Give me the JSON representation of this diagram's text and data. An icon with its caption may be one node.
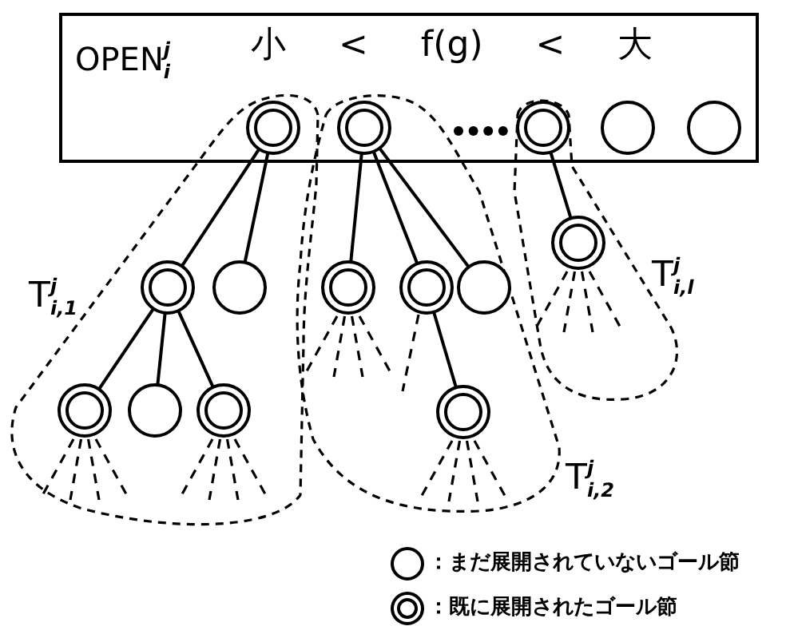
{
  "diagram": {
    "nodes": [
      {
        "text": [
          "OPEN$^{j}$$_{i}$",
          "小 < f(g) < 大"
        ]
      },
      {
        "text": [],
        "shape": "double-circle",
        "in": 0
      },
      {
        "text": [],
        "shape": "double-circle",
        "in": 0
      },
      {
        "text": [],
        "shape": "double-circle",
        "in": 0
      },
      {
        "text": [],
        "shape": "circle",
        "in": 0
      },
      {
        "text": [],
        "shape": "circle",
        "in": 0
      },
      {
        "text": [],
        "shape": "double-circle"
      },
      {
        "text": [],
        "shape": "circle"
      },
      {
        "text": [],
        "shape": "double-circle"
      },
      {
        "text": [],
        "shape": "double-circle"
      },
      {
        "text": [],
        "shape": "circle"
      },
      {
        "text": [],
        "shape": "double-circle"
      },
      {
        "text": [],
        "shape": "double-circle"
      },
      {
        "text": [],
        "shape": "circle"
      },
      {
        "text": [],
        "shape": "double-circle"
      },
      {
        "text": [],
        "shape": "double-circle"
      }
    ],
    "edges": [
      {
        "from": 1,
        "to": 6,
        "arrow": "none"
      },
      {
        "from": 1,
        "to": 7,
        "arrow": "none"
      },
      {
        "from": 2,
        "to": 8,
        "arrow": "none"
      },
      {
        "from": 2,
        "to": 9,
        "arrow": "none"
      },
      {
        "from": 2,
        "to": 10,
        "arrow": "none"
      },
      {
        "from": 3,
        "to": 11,
        "arrow": "none"
      },
      {
        "from": 6,
        "to": 12,
        "arrow": "none"
      },
      {
        "from": 6,
        "to": 13,
        "arrow": "none"
      },
      {
        "from": 6,
        "to": 14,
        "arrow": "none"
      },
      {
        "from": 9,
        "to": 15,
        "arrow": "none"
      }
    ],
    "labels": [
      "T$^{j}$$_{i,1}$",
      "T$^{j}$$_{i,l}$",
      "T$^{j}$$_{i,2}$"
    ],
    "legend": [
      {
        "text": "：まだ展開されていないゴール節"
      },
      {
        "text": "：既に展開されたゴール節"
      }
    ]
  }
}
